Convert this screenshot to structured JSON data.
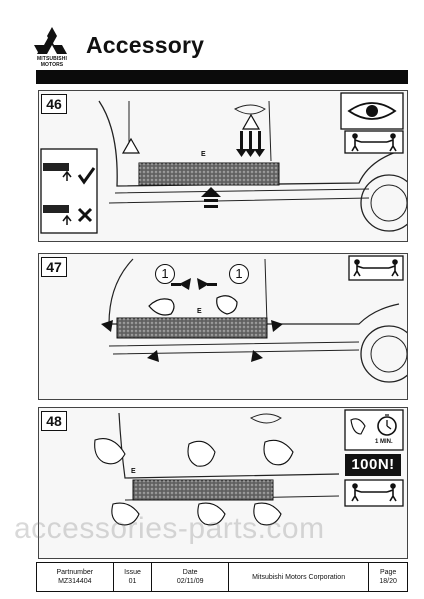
{
  "header": {
    "brand_line1": "MITSUBISHI",
    "brand_line2": "MOTORS",
    "title": "Accessory"
  },
  "steps": [
    {
      "number": "46",
      "part_label": "E",
      "icons": [
        "eye-icon",
        "warning-triangle-icon",
        "two-person-carry-icon",
        "check-mark-icon",
        "cross-mark-icon"
      ]
    },
    {
      "number": "47",
      "part_label": "E",
      "callouts": [
        "1",
        "1"
      ],
      "icons": [
        "two-person-carry-icon"
      ]
    },
    {
      "number": "48",
      "part_label": "E",
      "time_label": "1 MIN.",
      "force_label": "100N!",
      "icons": [
        "stopwatch-icon",
        "hand-press-icon",
        "two-person-carry-icon"
      ]
    }
  ],
  "watermark": "accessories-parts.com",
  "footer": {
    "partnumber_label": "Partnumber",
    "partnumber_value": "MZ314404",
    "issue_label": "Issue",
    "issue_value": "01",
    "date_label": "Date",
    "date_value": "02/11/09",
    "company": "Mitsubishi Motors Corporation",
    "page_label": "Page",
    "page_value": "18/20"
  },
  "colors": {
    "black_bar": "#0b0b0b",
    "panel_bg": "#f7f7f7"
  }
}
